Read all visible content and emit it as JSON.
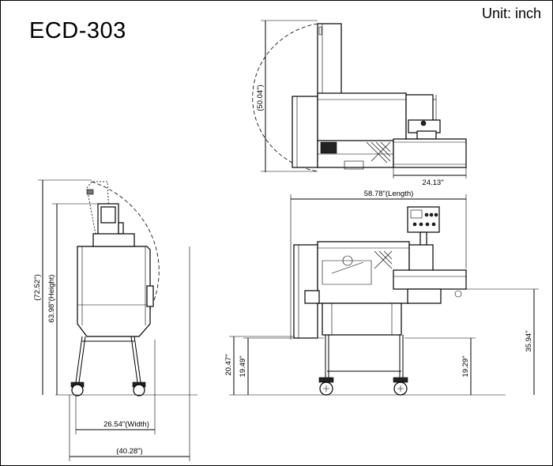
{
  "header": {
    "model": "ECD-303",
    "unit": "Unit: inch"
  },
  "dimensions": {
    "top_swing": "(50.04\")",
    "top_depth": "24.13\"",
    "length": "58.78\"(Length)",
    "overall_height": "(72.52\")",
    "height": "63.98\"(Height)",
    "width": "26.54\"(Width)",
    "overall_width": "(40.28\")",
    "infeed_height": "20.47\"",
    "infeed_belt": "19.49\"",
    "outfeed_belt": "19.29\"",
    "conveyor_height": "35.94\""
  }
}
